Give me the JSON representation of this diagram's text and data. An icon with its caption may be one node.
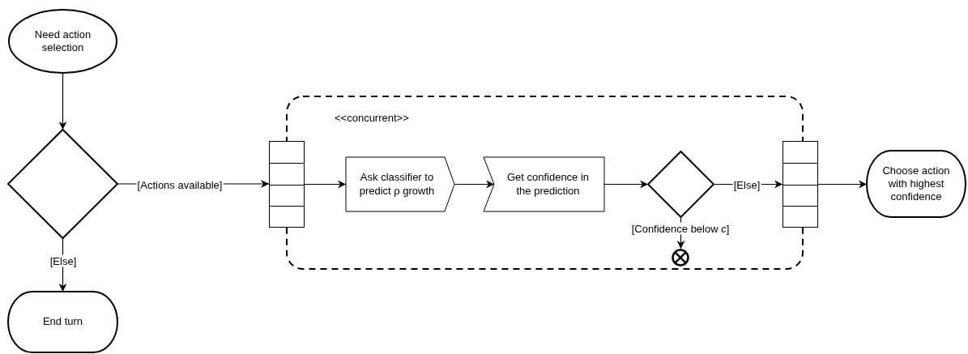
{
  "diagram": {
    "nodes": [
      {
        "text": [
          "Need action selection"
        ]
      },
      {
        "text": [],
        "shape": "diamond"
      },
      {
        "text": [
          "End turn"
        ]
      },
      {
        "text": [
          "<<concurrent>>"
        ]
      },
      {
        "text": [],
        "shape": "box"
      },
      {
        "text": [
          "Ask classifier to predict ρ growth"
        ],
        "in": 3
      },
      {
        "text": [
          "Get confidence in the prediction"
        ],
        "in": 3
      },
      {
        "text": [],
        "shape": "diamond",
        "in": 3
      },
      {
        "text": [],
        "shape": "circle",
        "in": 3
      },
      {
        "text": [],
        "shape": "box"
      },
      {
        "text": [
          "Choose action with highest confidence"
        ]
      }
    ],
    "edges": [
      {
        "from": 0,
        "to": 1,
        "arrow": "to"
      },
      {
        "from": 1,
        "to": 4,
        "arrow": "to",
        "label": "[Actions available]"
      },
      {
        "from": 1,
        "to": 2,
        "arrow": "to",
        "label": "[Else]"
      },
      {
        "from": 4,
        "to": 5,
        "arrow": "to"
      },
      {
        "from": 5,
        "to": 6,
        "arrow": "to"
      },
      {
        "from": 6,
        "to": 7,
        "arrow": "to"
      },
      {
        "from": 7,
        "to": 9,
        "arrow": "to",
        "label": "[Else]"
      },
      {
        "from": 7,
        "to": 8,
        "arrow": "to",
        "label": "[Confidence below *c*]"
      },
      {
        "from": 9,
        "to": 10,
        "arrow": "to"
      }
    ]
  }
}
